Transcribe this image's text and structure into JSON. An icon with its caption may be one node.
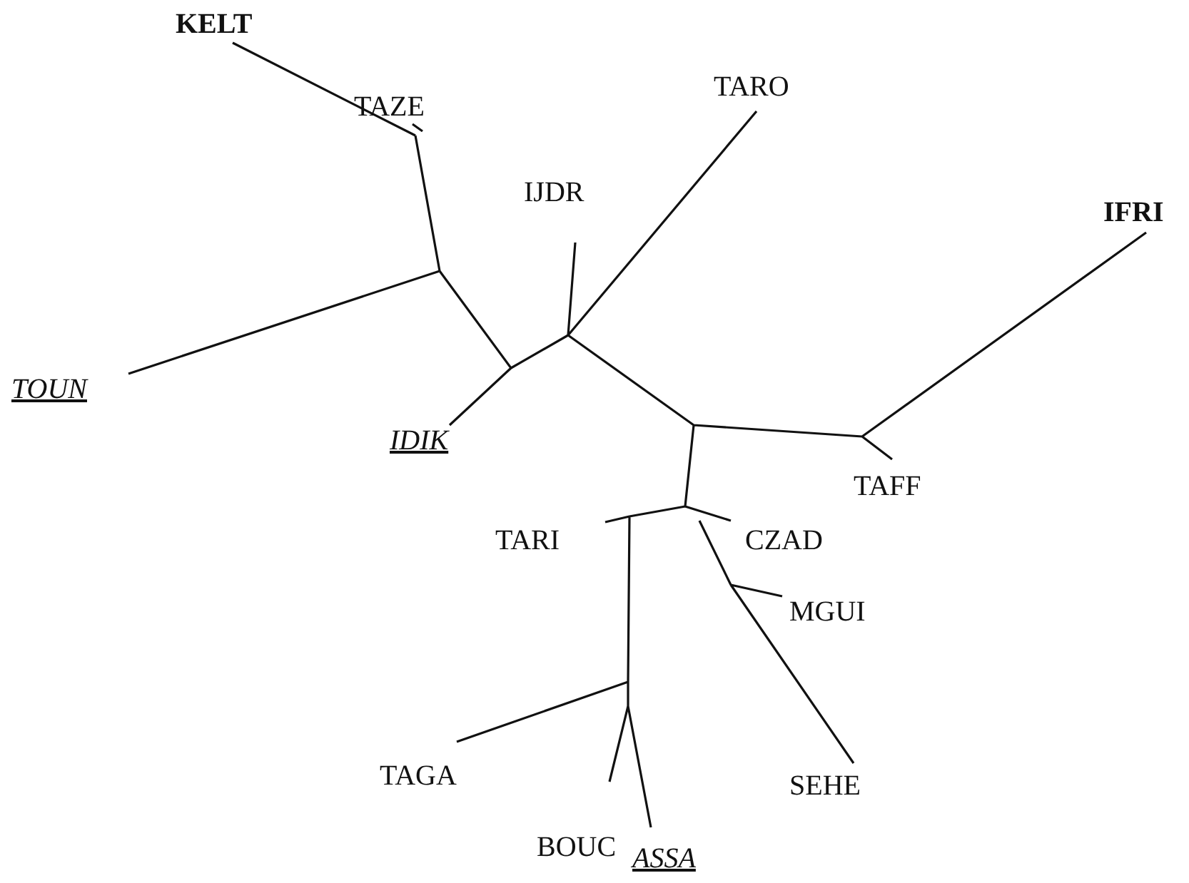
{
  "diagram": {
    "labels": [
      "KELT",
      "TAZE",
      "TARO",
      "IJDR",
      "IFRI",
      "TOUN",
      "IDIK",
      "TAFF",
      "TARI",
      "CZAD",
      "MGUI",
      "TAGA",
      "SEHE",
      "BOUC",
      "ASSA"
    ]
  }
}
